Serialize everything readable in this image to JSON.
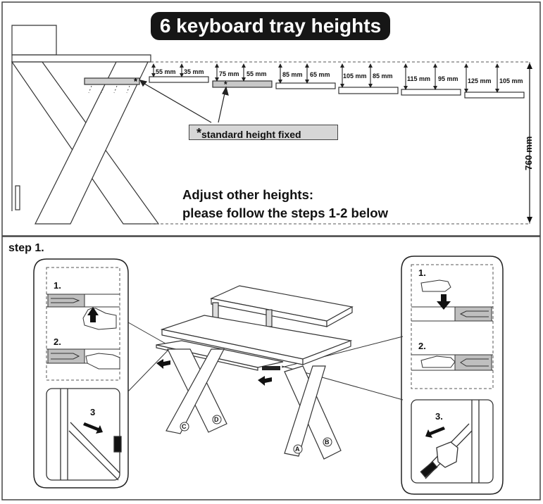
{
  "title": "6 keyboard tray heights",
  "tray_heights": [
    {
      "lower": "55 mm",
      "upper": "35 mm",
      "standard": false
    },
    {
      "lower": "75 mm",
      "upper": "55 mm",
      "standard": true
    },
    {
      "lower": "85 mm",
      "upper": "65 mm",
      "standard": false
    },
    {
      "lower": "105 mm",
      "upper": "85 mm",
      "standard": false
    },
    {
      "lower": "115 mm",
      "upper": "95 mm",
      "standard": false
    },
    {
      "lower": "125 mm",
      "upper": "105 mm",
      "standard": false
    }
  ],
  "standard_marker": "*",
  "standard_label": "standard height fixed",
  "total_height": "760 mm",
  "adjust_line1": "Adjust other heights:",
  "adjust_line2": "please follow the steps 1-2 below",
  "step_title": "step 1.",
  "left_panel": {
    "step1": "1.",
    "step2": "2.",
    "step3": "3"
  },
  "right_panel": {
    "step1": "1.",
    "step2": "2.",
    "step3": "3."
  },
  "leg_labels": [
    "A",
    "B",
    "C",
    "D"
  ],
  "colors": {
    "pill": "#161616",
    "tray_standard": "#c8c8c8",
    "slide": "#bfbfbf"
  }
}
